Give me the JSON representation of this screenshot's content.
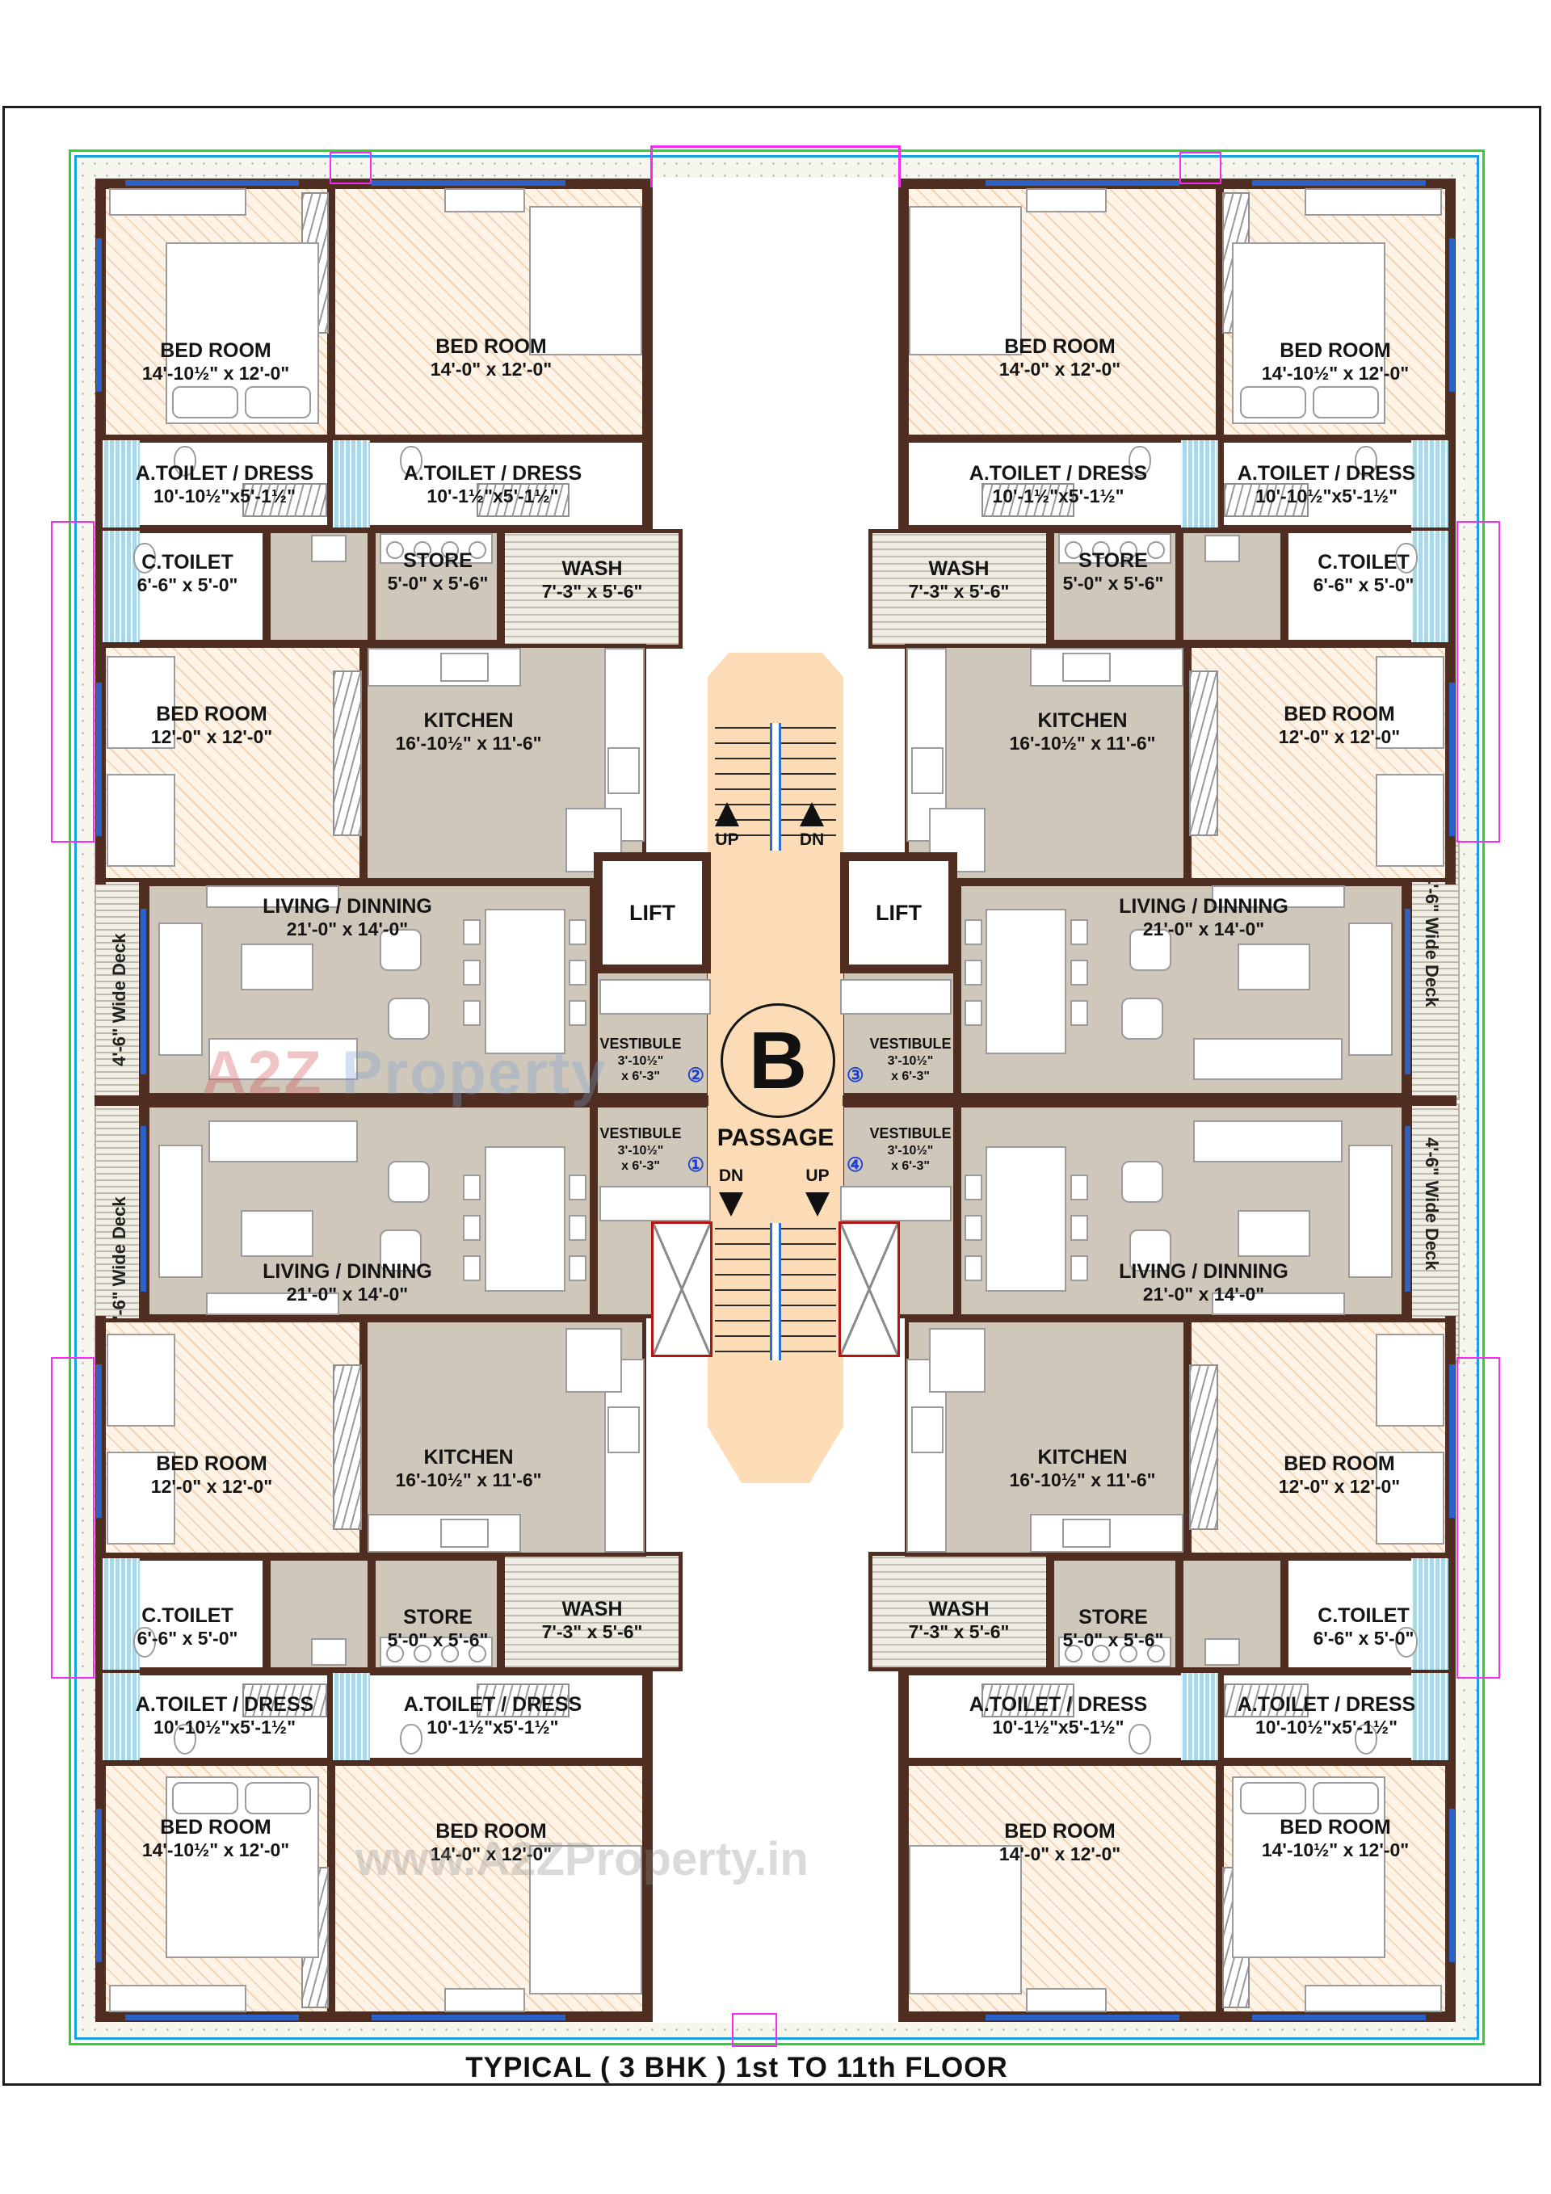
{
  "page": {
    "title": "TYPICAL ( 3 BHK ) 1st TO 11th  FLOOR"
  },
  "watermarks": {
    "brand_a": "A2Z",
    "brand_b": "Property",
    "url": "www.A2ZProperty.in"
  },
  "core": {
    "lift": "LIFT",
    "block_letter": "B",
    "passage": "PASSAGE",
    "up": "UP",
    "dn": "DN",
    "vestibule": {
      "name": "VESTIBULE",
      "dim1": "3'-10½\"",
      "dim2": "x 6'-3\"",
      "numbers": [
        "①",
        "②",
        "③",
        "④"
      ]
    }
  },
  "rooms": {
    "bedroom_large": {
      "name": "BED ROOM",
      "dims": "14'-10½\" x 12'-0\""
    },
    "bedroom_med": {
      "name": "BED ROOM",
      "dims": "14'-0\" x 12'-0\""
    },
    "bedroom_small": {
      "name": "BED ROOM",
      "dims": "12'-0\" x 12'-0\""
    },
    "a_toilet_long": {
      "name": "A.TOILET / DRESS",
      "dims": "10'-10½\"x5'-1½\""
    },
    "a_toilet_short": {
      "name": "A.TOILET / DRESS",
      "dims": "10'-1½\"x5'-1½\""
    },
    "c_toilet": {
      "name": "C.TOILET",
      "dims": "6'-6\" x 5'-0\""
    },
    "store": {
      "name": "STORE",
      "dims": "5'-0\" x 5'-6\""
    },
    "wash": {
      "name": "WASH",
      "dims": "7'-3\" x 5'-6\""
    },
    "kitchen": {
      "name": "KITCHEN",
      "dims": "16'-10½\" x 11'-6\""
    },
    "living": {
      "name": "LIVING / DINNING",
      "dims": "21'-0\" x 14'-0\""
    },
    "deck": {
      "name": "4'-6\" Wide Deck"
    }
  }
}
